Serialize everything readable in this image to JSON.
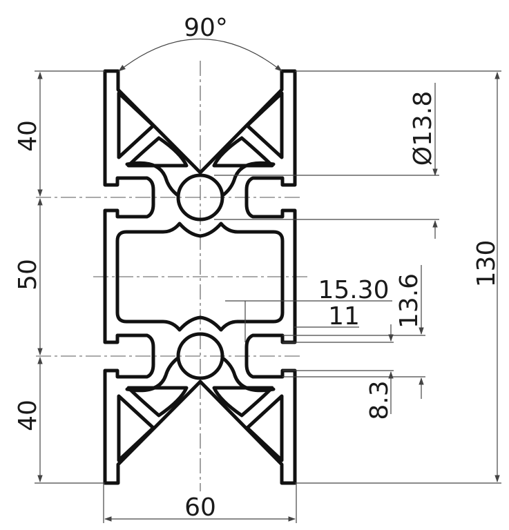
{
  "drawing": {
    "labels": {
      "angle": "90°",
      "diameter": "Ø13.8",
      "height_total": "130",
      "height_top": "40",
      "height_middle": "50",
      "height_bottom": "40",
      "width": "60",
      "slot_15_30": "15.30",
      "slot_11": "11",
      "slot_13_6": "13.6",
      "slot_8_3": "8.3"
    }
  }
}
